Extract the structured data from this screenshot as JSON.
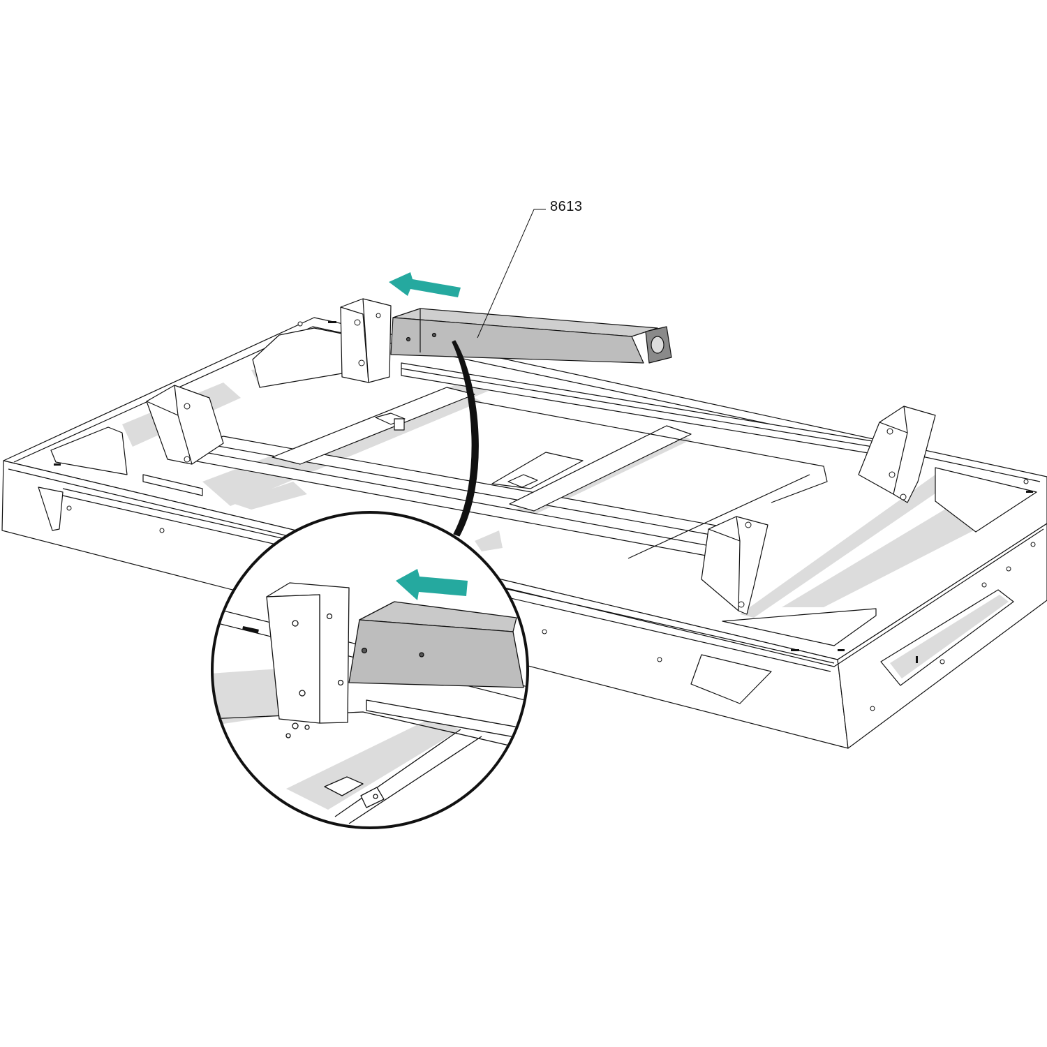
{
  "callout": {
    "part_number": "8613"
  },
  "colors": {
    "arrow": "#25a99f",
    "part_fill": "#bdbdbd",
    "shade_fill": "#dcdcdc",
    "line": "#111111",
    "background": "#ffffff"
  },
  "icons": {
    "main_arrow": "insertion-direction-arrow",
    "detail_arrow": "insertion-direction-arrow"
  }
}
